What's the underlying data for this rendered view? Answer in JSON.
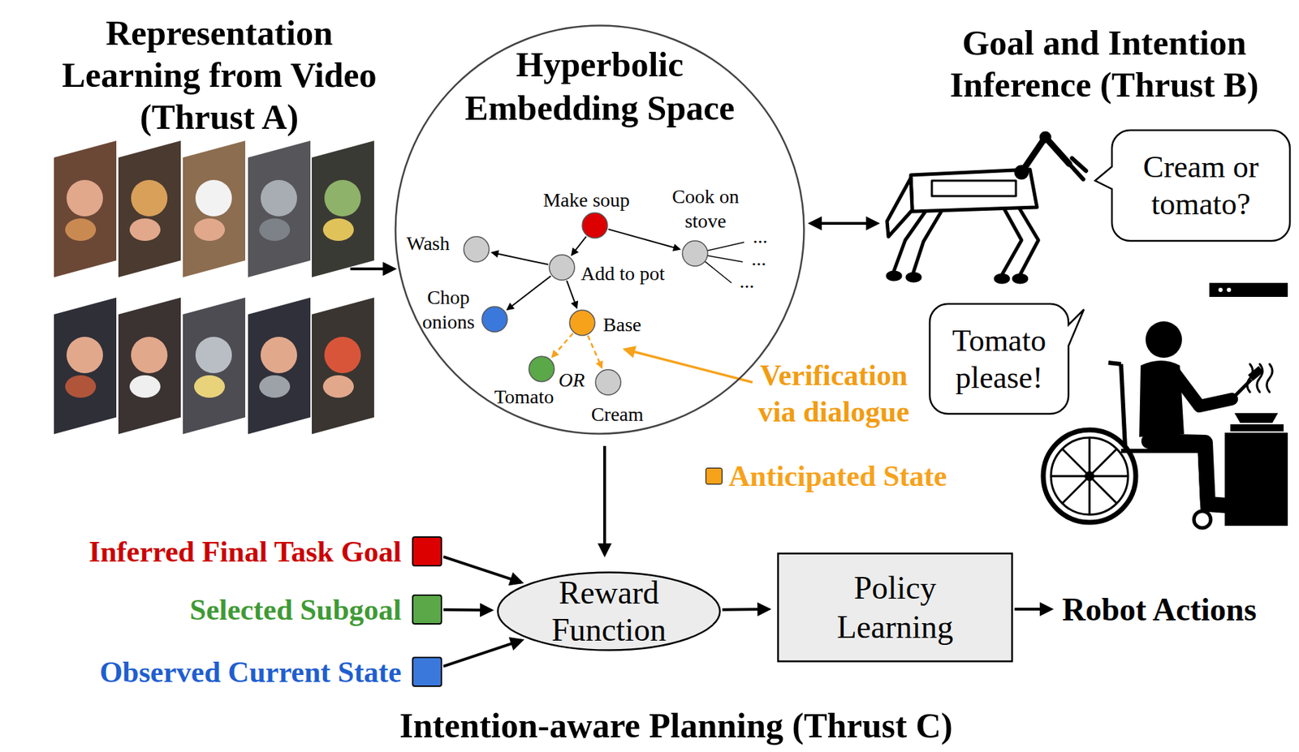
{
  "diagram": {
    "nodes": [
      {
        "text": [
          "Representation Learning from Video (Thrust A)"
        ]
      },
      {
        "text": [
          "Hyperbolic Embedding Space"
        ]
      },
      {
        "text": [
          "Make soup"
        ],
        "in": 1
      },
      {
        "text": [
          "Cook on stove"
        ],
        "in": 1
      },
      {
        "text": [
          "Wash"
        ],
        "in": 1
      },
      {
        "text": [
          "Add to pot"
        ],
        "in": 1
      },
      {
        "text": [
          "Chop onions"
        ],
        "in": 1
      },
      {
        "text": [
          "Base"
        ],
        "in": 1
      },
      {
        "text": [
          "Tomato"
        ],
        "in": 1
      },
      {
        "text": [
          "Cream"
        ],
        "in": 1
      },
      {
        "text": [
          "Goal and Intention Inference (Thrust B)"
        ]
      },
      {
        "text": [
          "Cream or tomato?"
        ],
        "in": 10
      },
      {
        "text": [
          "Tomato please!"
        ],
        "in": 10
      },
      {
        "text": [
          "Inferred Final Task Goal"
        ]
      },
      {
        "text": [
          "Selected Subgoal"
        ]
      },
      {
        "text": [
          "Observed Current State"
        ]
      },
      {
        "text": [
          "Reward Function"
        ]
      },
      {
        "text": [
          "Policy Learning"
        ]
      }
    ],
    "edges": [
      {
        "from": 0,
        "to": 1,
        "arrow": "to"
      },
      {
        "from": 1,
        "to": 10,
        "arrow": "both"
      },
      {
        "from": 2,
        "to": 5,
        "arrow": "to"
      },
      {
        "from": 2,
        "to": 3,
        "arrow": "to"
      },
      {
        "from": 5,
        "to": 4,
        "arrow": "to"
      },
      {
        "from": 5,
        "to": 6,
        "arrow": "to"
      },
      {
        "from": 5,
        "to": 7,
        "arrow": "to"
      },
      {
        "from": 7,
        "to": 8,
        "arrow": "to"
      },
      {
        "from": 7,
        "to": 9,
        "arrow": "to"
      },
      {
        "from": 1,
        "to": 16,
        "arrow": "to"
      },
      {
        "from": 13,
        "to": 16,
        "arrow": "to"
      },
      {
        "from": 14,
        "to": 16,
        "arrow": "to"
      },
      {
        "from": 15,
        "to": 16,
        "arrow": "to"
      },
      {
        "from": 16,
        "to": 17,
        "arrow": "to"
      }
    ],
    "labels": [
      "OR",
      "...",
      "...",
      "...",
      "Verification via dialogue",
      "Robot Actions",
      "Intention-aware Planning (Thrust C)"
    ],
    "legend": [
      {
        "text": "Anticipated State",
        "color": "#f7a21b"
      }
    ]
  }
}
